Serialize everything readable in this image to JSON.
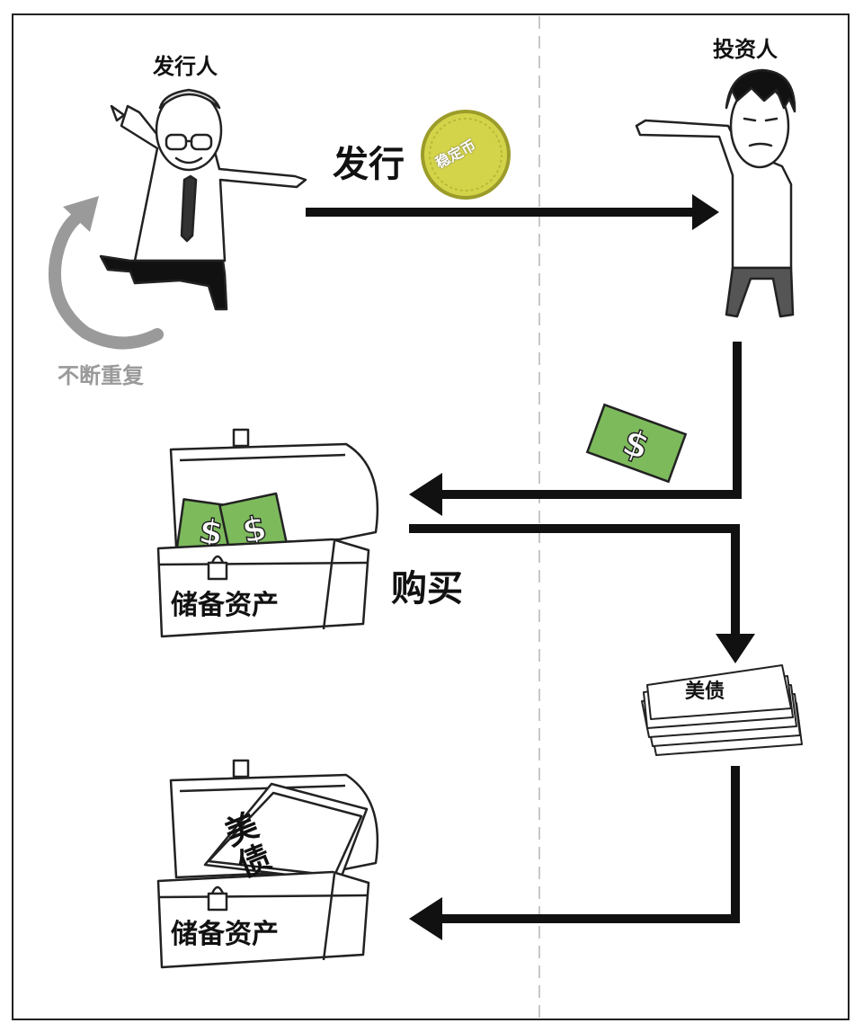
{
  "labels": {
    "issuer": "发行人",
    "investor": "投资人",
    "issue": "发行",
    "coin": "稳定币",
    "repeat": "不断重复",
    "buy": "购买",
    "reserve_assets_top": "储备资产",
    "reserve_assets_bottom": "储备资产",
    "treasuries_stack": "美债",
    "treasuries_in_chest": "美债"
  },
  "colors": {
    "arrow": "#111111",
    "repeat_arrow": "#9a9a9a",
    "coin": "#d4d44a",
    "cash": "#7dba5c",
    "divider": "#c8c8c8"
  },
  "icons": [
    "issuer-figure",
    "investor-figure",
    "coin-icon",
    "cash-bill-icon",
    "treasure-chest-icon",
    "document-stack-icon",
    "padlock-icon"
  ]
}
